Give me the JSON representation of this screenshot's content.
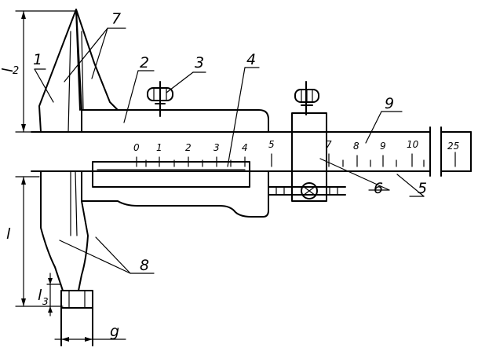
{
  "labels": {
    "c1": "1",
    "c2": "2",
    "c3": "3",
    "c4": "4",
    "c5": "5",
    "c6": "6",
    "c7": "7",
    "c8": "8",
    "c9": "9"
  },
  "dimensions": {
    "l2_letter": "l",
    "l2_sub": "2",
    "l_letter": "l",
    "l3_letter": "l",
    "l3_sub": "3",
    "g_letter": "g"
  },
  "scale": {
    "main_ticks": [
      "0",
      "1",
      "2",
      "3",
      "4",
      "5"
    ],
    "right_ticks": [
      "7",
      "8",
      "9",
      "10"
    ],
    "end_tick": "25"
  }
}
